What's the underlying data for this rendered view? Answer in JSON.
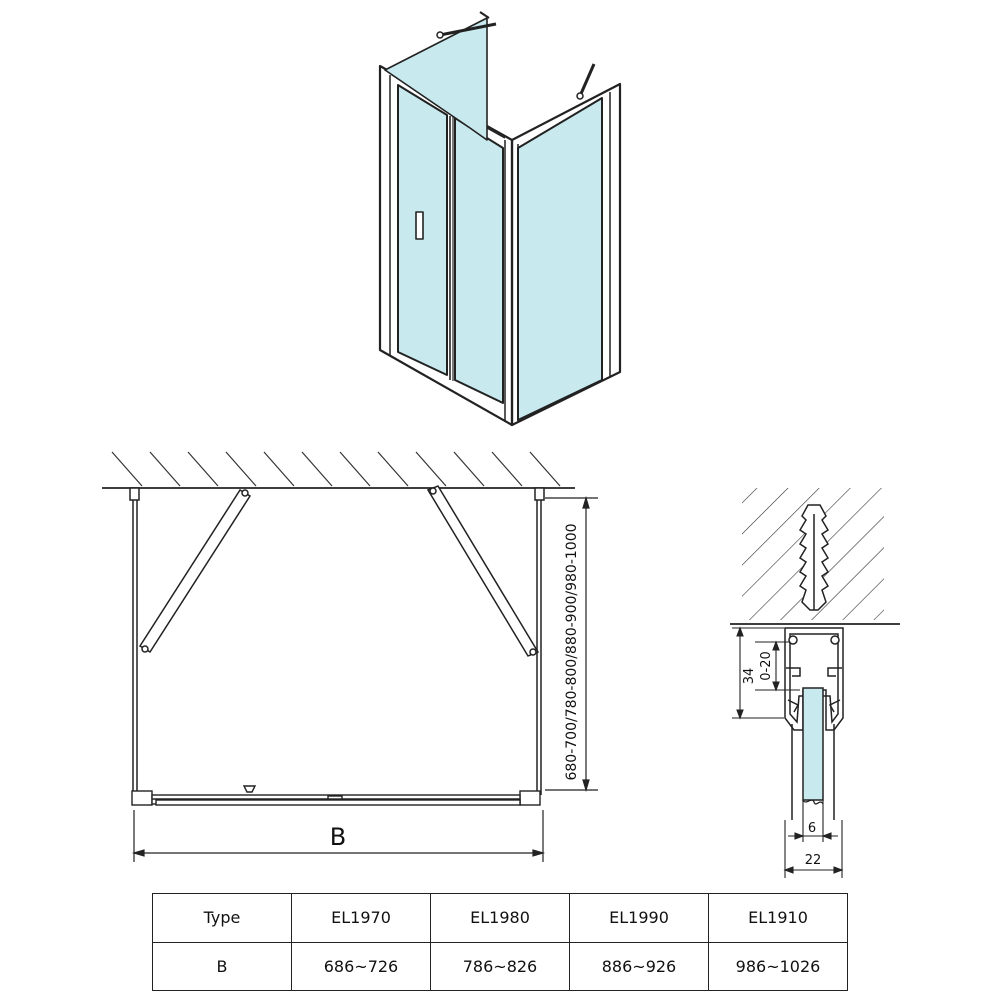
{
  "top_view": {
    "width_label": "B",
    "depth_label": "680-700/780-800/880-900/980-1000"
  },
  "profile_detail": {
    "dimensions": [
      "34",
      "0-20",
      "6",
      "22"
    ]
  },
  "spec_table": {
    "header": [
      "Type",
      "EL1970",
      "EL1980",
      "EL1990",
      "EL1910"
    ],
    "rows": [
      [
        "B",
        "686~726",
        "786~826",
        "886~926",
        "986~1026"
      ]
    ]
  },
  "colors": {
    "glass": "#c8eaef",
    "line": "#222222",
    "hatch": "#333333"
  }
}
